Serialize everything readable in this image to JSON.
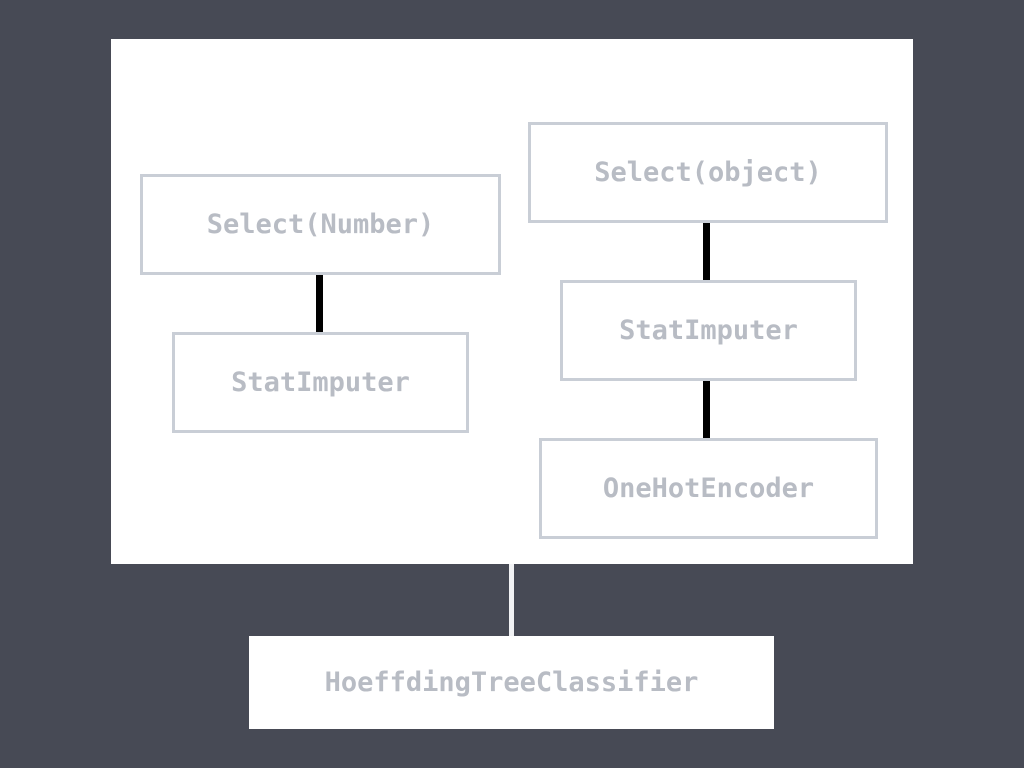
{
  "union": {
    "left_branch": {
      "steps": [
        {
          "label": "Select(Number)"
        },
        {
          "label": "StatImputer"
        }
      ]
    },
    "right_branch": {
      "steps": [
        {
          "label": "Select(object)"
        },
        {
          "label": "StatImputer"
        },
        {
          "label": "OneHotEncoder"
        }
      ]
    }
  },
  "final_step": {
    "label": "HoeffdingTreeClassifier"
  },
  "colors": {
    "background": "#474a55",
    "panel": "#ffffff",
    "node_border": "#c9ced6",
    "node_text": "#b8bcc4",
    "edge": "#000000"
  }
}
